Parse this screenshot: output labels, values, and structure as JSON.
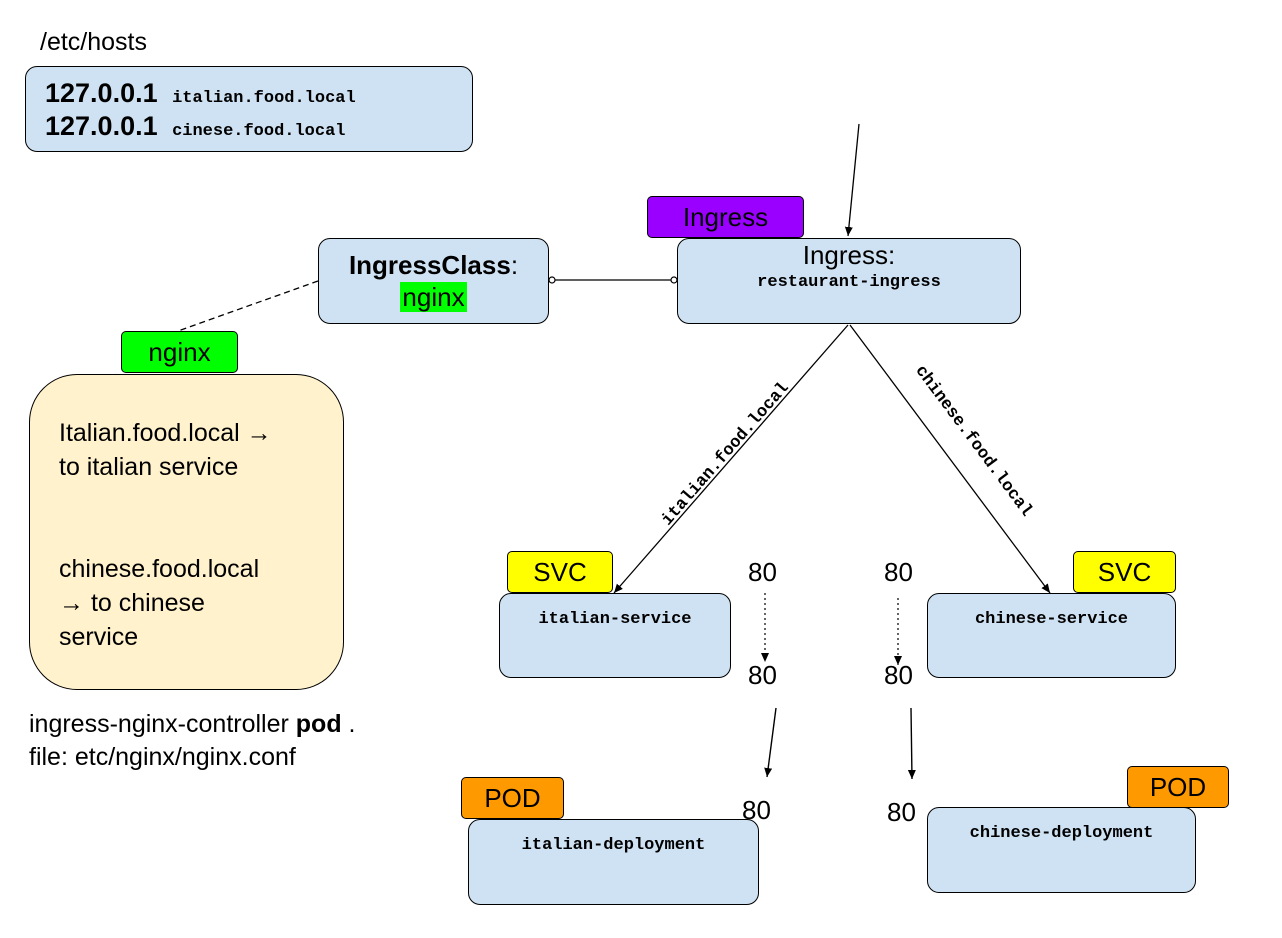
{
  "hosts": {
    "title": "/etc/hosts",
    "entries": [
      {
        "ip": "127.0.0.1",
        "host": "italian.food.local"
      },
      {
        "ip": "127.0.0.1",
        "host": "cinese.food.local"
      }
    ]
  },
  "ingress_class": {
    "label": "IngressClass",
    "colon": ":",
    "value": "nginx"
  },
  "ingress": {
    "tag": "Ingress",
    "label": "Ingress:",
    "name": "restaurant-ingress"
  },
  "nginx_tag": "nginx",
  "nginx_config": {
    "rule1_line1": "Italian.food.local →",
    "rule1_line2": "to italian service",
    "rule2_line1": "chinese.food.local",
    "rule2_line2": "→ to chinese",
    "rule2_line3": "service"
  },
  "controller": {
    "line1_prefix": "ingress-nginx-controller ",
    "line1_bold": "pod",
    "line1_suffix": " .",
    "line2": "file: etc/nginx/nginx.conf"
  },
  "routes": {
    "italian": "italian.food.local",
    "chinese": "chinese.food.local"
  },
  "italian_service": {
    "tag": "SVC",
    "name": "italian-service"
  },
  "chinese_service": {
    "tag": "SVC",
    "name": "chinese-service"
  },
  "italian_pod": {
    "tag": "POD",
    "name": "italian-deployment"
  },
  "chinese_pod": {
    "tag": "POD",
    "name": "chinese-deployment"
  },
  "ports": {
    "italian_svc_port": "80",
    "italian_target_port": "80",
    "italian_pod_port": "80",
    "chinese_svc_port": "80",
    "chinese_target_port": "80",
    "chinese_pod_port": "80"
  },
  "colors": {
    "box_fill": "#cfe2f3",
    "config_fill": "#fff2cc",
    "ingress_tag": "#9900ff",
    "nginx_tag": "#00ff00",
    "svc_tag": "#ffff00",
    "pod_tag": "#ff9900"
  }
}
